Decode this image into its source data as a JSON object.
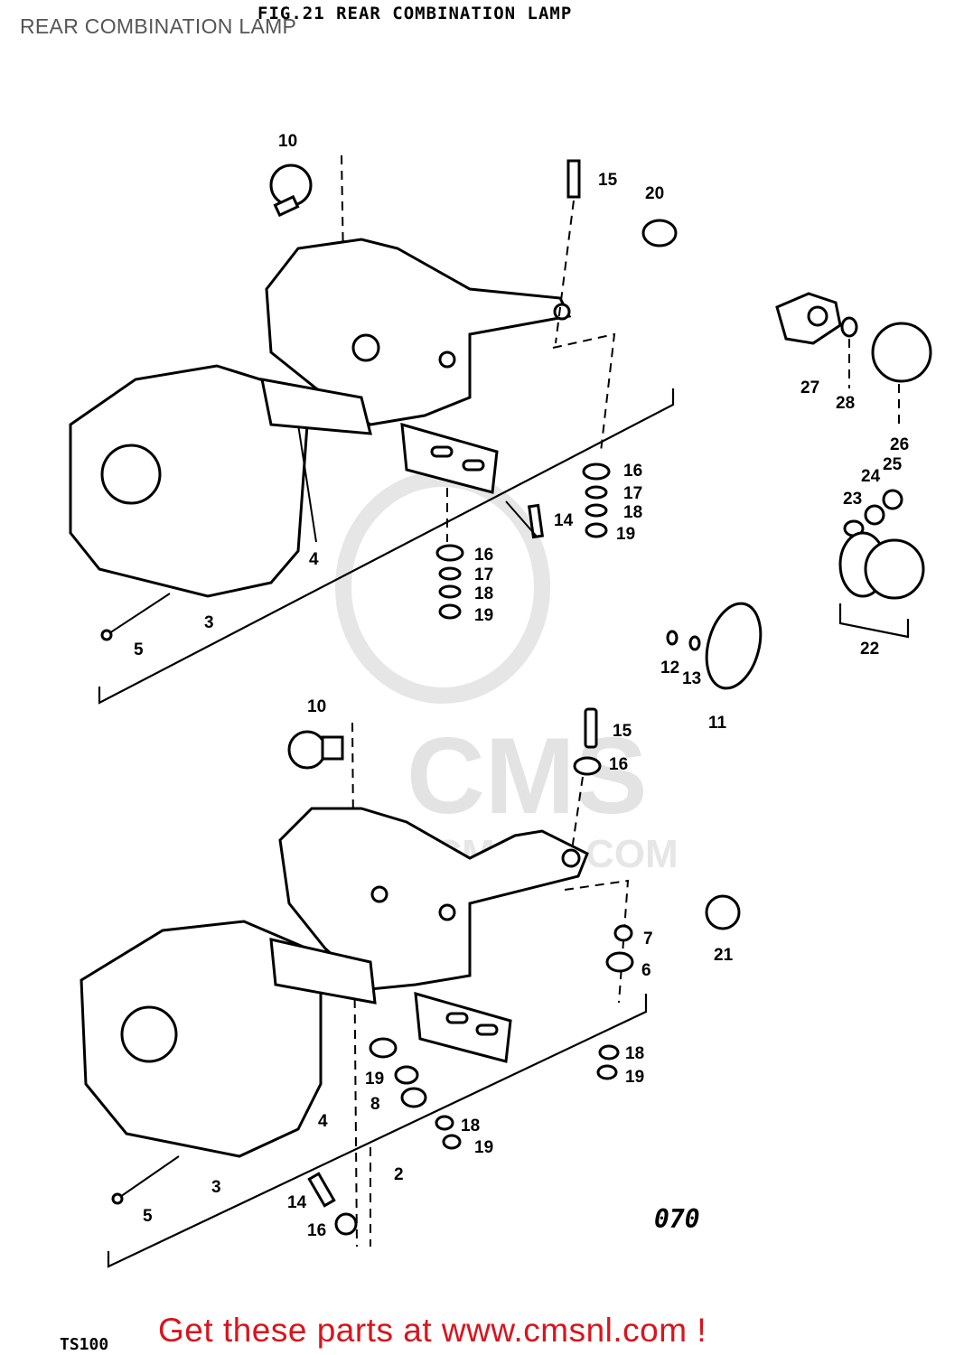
{
  "page": {
    "title": "REAR COMBINATION LAMP",
    "fig_heading": "FIG.21 REAR COMBINATION LAMP",
    "model_code": "TS100",
    "page_code": "070",
    "footer_cta": "Get these parts at www.cmsnl.com !"
  },
  "watermark": {
    "brand": "CMS",
    "url": "WWW.CMSNL.COM"
  },
  "callouts": {
    "upper": [
      "10",
      "15",
      "20",
      "27",
      "28",
      "26",
      "16",
      "17",
      "18",
      "19",
      "14",
      "16",
      "17",
      "18",
      "19",
      "24",
      "25",
      "23",
      "22",
      "4",
      "3",
      "5",
      "12",
      "13",
      "11"
    ],
    "lower": [
      "10",
      "15",
      "16",
      "21",
      "7",
      "6",
      "18",
      "19",
      "4",
      "19",
      "8",
      "18",
      "19",
      "2",
      "3",
      "5",
      "14",
      "16"
    ]
  },
  "colors": {
    "footer": "#d9141c",
    "title": "#555555",
    "watermark": "#e3e3e3"
  }
}
